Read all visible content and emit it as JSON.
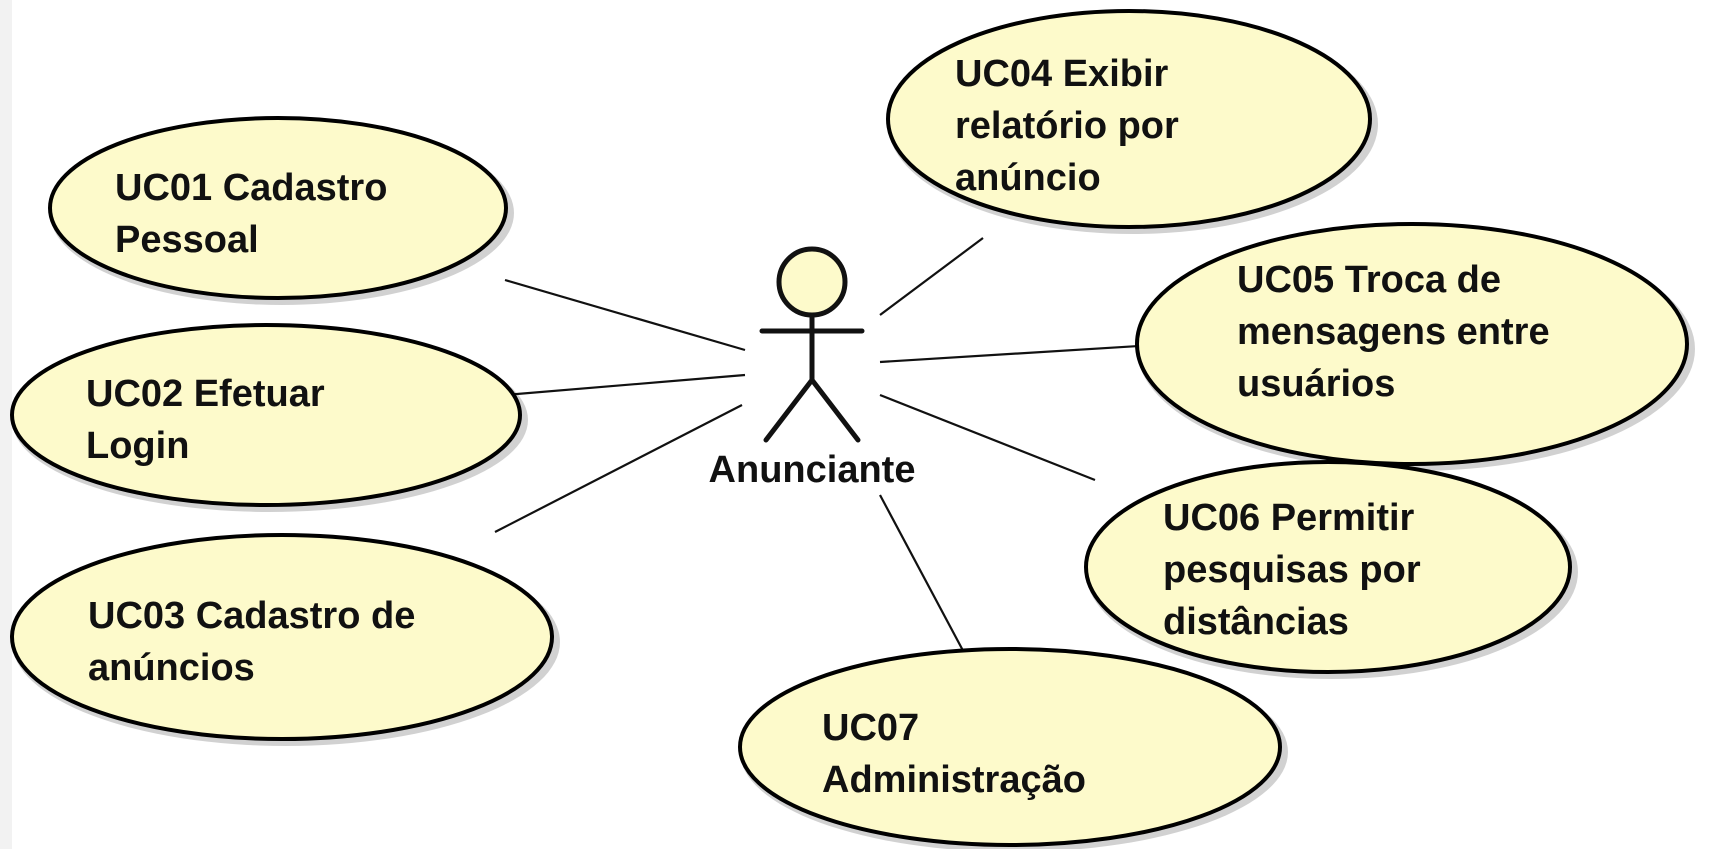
{
  "diagram": {
    "actor": {
      "name": "Anunciante"
    },
    "use_cases": [
      {
        "id": "uc01",
        "lines": [
          "UC01 Cadastro",
          "Pessoal"
        ]
      },
      {
        "id": "uc02",
        "lines": [
          "UC02 Efetuar",
          "Login"
        ]
      },
      {
        "id": "uc03",
        "lines": [
          "UC03 Cadastro de",
          "anúncios"
        ]
      },
      {
        "id": "uc04",
        "lines": [
          "UC04 Exibir",
          "relatório por",
          "anúncio"
        ]
      },
      {
        "id": "uc05",
        "lines": [
          "UC05 Troca de",
          "mensagens entre",
          "usuários"
        ]
      },
      {
        "id": "uc06",
        "lines": [
          "UC06 Permitir",
          "pesquisas por",
          "distâncias"
        ]
      },
      {
        "id": "uc07",
        "lines": [
          "UC07",
          "Administração"
        ]
      }
    ],
    "colors": {
      "use_case_fill": "#fdfacb",
      "outline": "#000000"
    }
  }
}
